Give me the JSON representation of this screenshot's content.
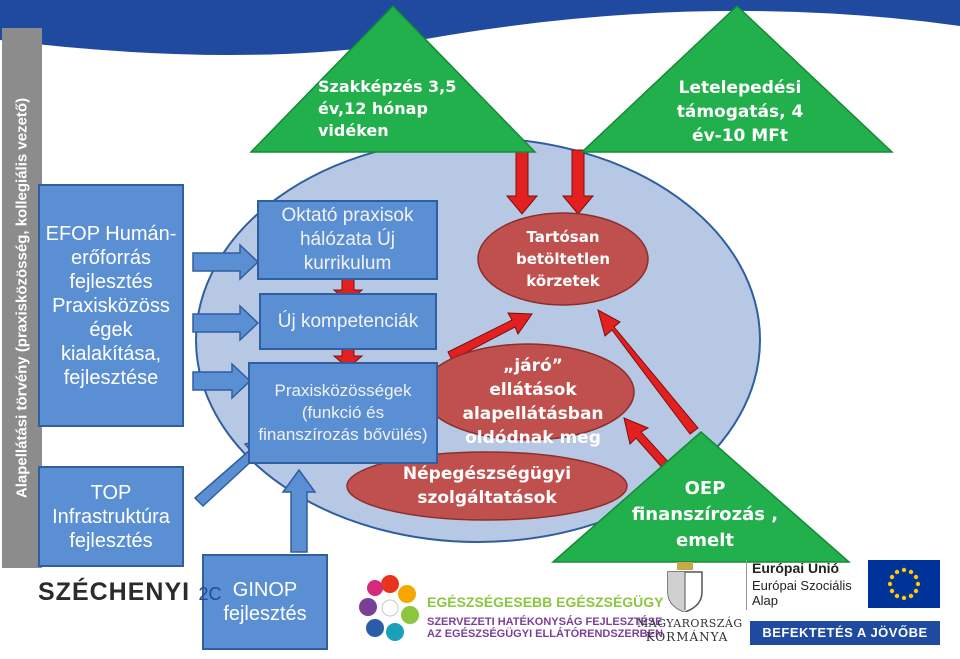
{
  "side_title": "Alapellátási törvény (praxisközösség, kollegiális vezető)",
  "left_boxes": {
    "efop": "EFOP Humán-erőforrás fejlesztés Praxisközöss égek kialakítása, fejlesztése",
    "top": "TOP Infrastruktúra fejlesztés",
    "ginop": "GINOP fejlesztés"
  },
  "middle_boxes": {
    "box1": "Oktató praxisok hálózata Új kurrikulum",
    "box2": "Új kompetenciák",
    "box3": "Praxisközösségek (funkció és finanszírozás bővülés)"
  },
  "triangles": {
    "szakkepzes": "Szakképzés 3,5 év,12 hónap vidéken",
    "letelepedesi": "Letelepedési támogatás, 4 év-10 MFt",
    "oep": "OEP finanszírozás , emelt"
  },
  "ovals": {
    "tartosan": "Tartósan betöltetlen körzetek",
    "jaro": "„járó” ellátások alapellátásban oldódnak meg",
    "nepegeszseg": "Népegészségügyi szolgáltatások"
  },
  "footer": {
    "szechenyi": "SZÉCHENYI",
    "szechenyi_num": "2C",
    "egeszseg_title": "EGÉSZSÉGESEBB EGÉSZSÉGÜGY",
    "egeszseg_line1": "SZERVEZETI HATÉKONYSÁG FEJLESZTÉSE",
    "egeszseg_line2": "AZ EGÉSZSÉGÜGYI ELLÁTÓRENDSZERBEN",
    "magyar1": "MAGYARORSZÁG",
    "magyar2": "KORMÁNYA",
    "eu1": "Európai Unió",
    "eu2": "Európai Szociális",
    "eu3": "Alap",
    "befektetes": "BEFEKTETÉS A JÖVŐBE"
  },
  "colors": {
    "ellipse": "#b7c8e4",
    "box_blue": "#5b8fd4",
    "triangle_green": "#21b04b",
    "oval_red": "#c0504d",
    "arrow_red": "#e32020",
    "header_blue": "#1f4aa0"
  }
}
